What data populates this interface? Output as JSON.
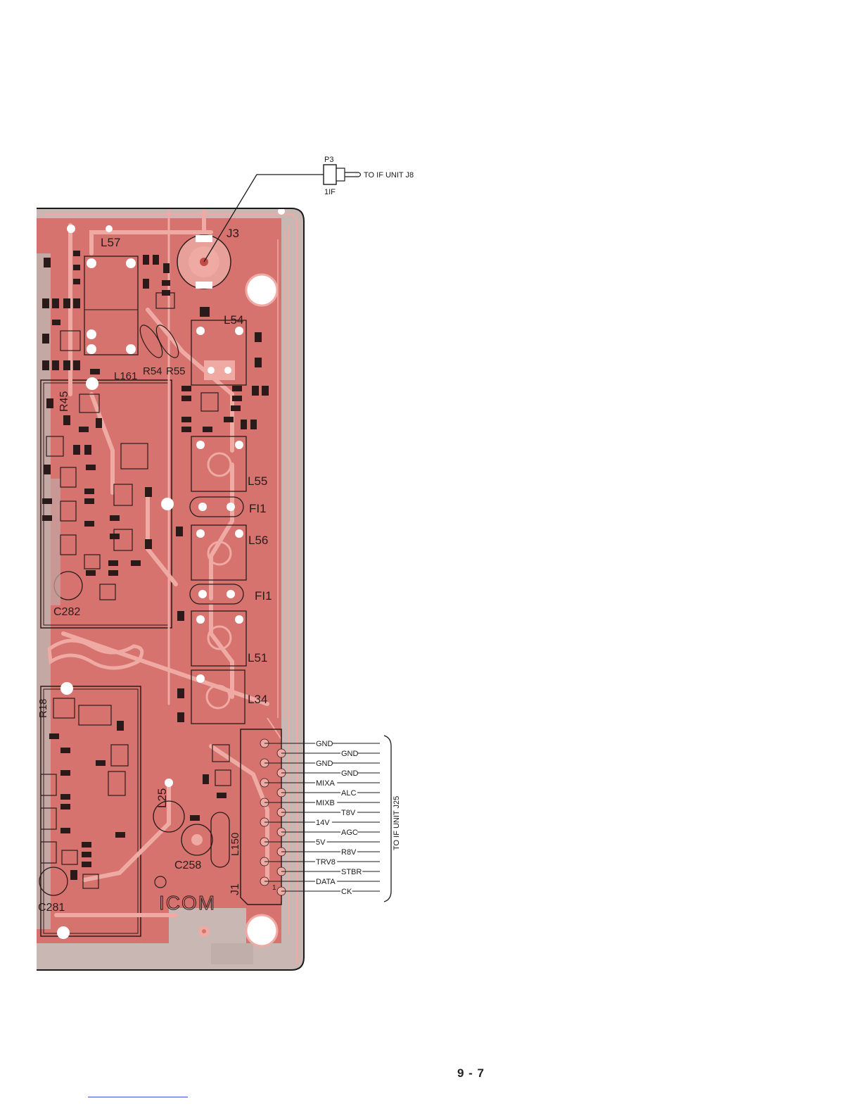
{
  "connector_p3": {
    "ref": "P3",
    "pin_label": "1IF",
    "destination": "TO IF UNIT J8"
  },
  "board": {
    "logo": "ICOM",
    "components": [
      {
        "id": "j3",
        "ref": "J3"
      },
      {
        "id": "l57",
        "ref": "L57"
      },
      {
        "id": "l54",
        "ref": "L54"
      },
      {
        "id": "l161",
        "ref": "L161"
      },
      {
        "id": "r54",
        "ref": "R54"
      },
      {
        "id": "r55",
        "ref": "R55"
      },
      {
        "id": "r45",
        "ref": "R45"
      },
      {
        "id": "l55",
        "ref": "L55"
      },
      {
        "id": "fi1a",
        "ref": "FI1"
      },
      {
        "id": "l56",
        "ref": "L56"
      },
      {
        "id": "fi1b",
        "ref": "FI1"
      },
      {
        "id": "c282",
        "ref": "C282"
      },
      {
        "id": "l51",
        "ref": "L51"
      },
      {
        "id": "l34",
        "ref": "L34"
      },
      {
        "id": "r18",
        "ref": "R18"
      },
      {
        "id": "l25",
        "ref": "L25"
      },
      {
        "id": "l150",
        "ref": "L150"
      },
      {
        "id": "c258",
        "ref": "C258"
      },
      {
        "id": "j1",
        "ref": "J1"
      },
      {
        "id": "c281",
        "ref": "C281"
      }
    ]
  },
  "connector_j1": {
    "pin1_mark": "1",
    "destination": "TO IF UNIT J25",
    "left_signals": [
      "GND",
      "GND",
      "MIXA",
      "MIXB",
      "14V",
      "5V",
      "TRV8",
      "DATA"
    ],
    "right_signals": [
      "GND",
      "GND",
      "ALC",
      "T8V",
      "AGC",
      "R8V",
      "STBR",
      "CK"
    ]
  },
  "page_number": "9 - 7",
  "colors": {
    "board": "#d6736f",
    "board_edge": "#c9b7b3",
    "copper_trace": "#f0aaa4",
    "silkscreen": "#2b1a1a",
    "outline": "#1a1a1a"
  }
}
